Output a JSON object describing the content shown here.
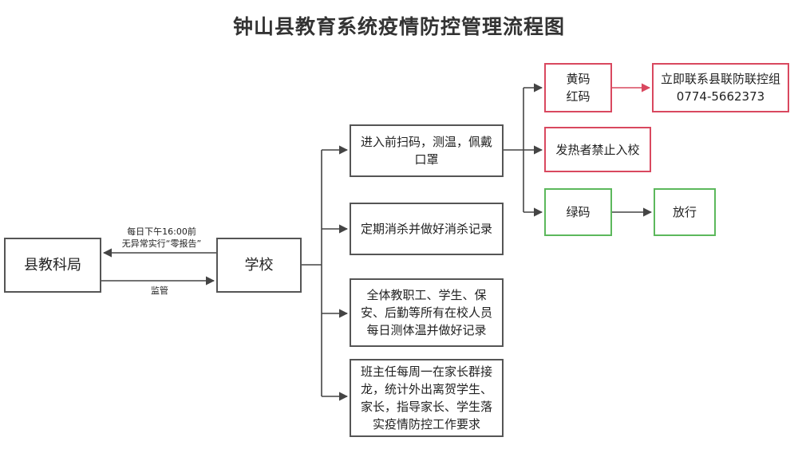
{
  "title": "钟山县教育系统疫情防控管理流程图",
  "nodes": {
    "bureau": "县教科局",
    "school": "学校",
    "task1": "进入前扫码，测温，佩戴口罩",
    "task2": "定期消杀并做好消杀记录",
    "task3": "全体教职工、学生、保安、后勤等所有在校人员每日测体温并做好记录",
    "task4": "班主任每周一在家长群接龙，统计外出离贺学生、家长，指导家长、学生落实疫情防控工作要求",
    "code_yellow": "黄码",
    "code_red": "红码",
    "contact_label": "立即联系县联防联控组",
    "contact_phone": "0774-5662373",
    "fever": "发热者禁止入校",
    "code_green": "绿码",
    "pass": "放行"
  },
  "edges": {
    "report_line1": "每日下午16:00前",
    "report_line2": "无异常实行“零报告”",
    "supervise": "监管"
  },
  "colors": {
    "box_border": "#555555",
    "alert_border": "#d9485f",
    "ok_border": "#5cb85c"
  }
}
